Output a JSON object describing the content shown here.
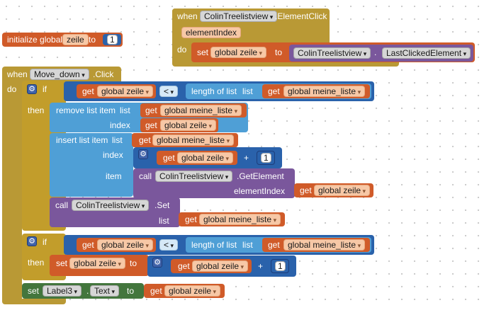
{
  "colors": {
    "control": "#c29d2b",
    "variable": "#d05b29",
    "math": "#2a62ab",
    "list": "#4f9fd6",
    "component": "#7a579c",
    "property": "#43763d",
    "event": "#b99935"
  },
  "event_click": {
    "when_label": "when",
    "component": "ColinTreelistview",
    "event": ".ElementClick",
    "param": "elementIndex",
    "do_label": "do",
    "set_label": "set",
    "var": "global zeile",
    "to_label": "to",
    "prop_component": "ColinTreelistview",
    "prop_sep": ".",
    "prop_name": "LastClickedElement"
  },
  "init_global": {
    "label": "initialize global",
    "name": "zeile",
    "to_label": "to",
    "value": "1"
  },
  "move_down": {
    "when_label": "when",
    "component": "Move_down",
    "event": ".Click",
    "do_label": "do",
    "if_label": "if",
    "then_label": "then",
    "get_label": "get",
    "set_label": "set",
    "to_label": "to",
    "var_zeile": "global zeile",
    "var_liste": "global meine_liste",
    "op_lt": "<",
    "length_label": "length of list",
    "list_label": "list",
    "remove_label": "remove list item",
    "index_label": "index",
    "insert_label": "insert list item",
    "item_label": "item",
    "call_label": "call",
    "tree_component": "ColinTreelistview",
    "get_element": ".GetElement",
    "element_index_label": "elementIndex",
    "set_method": ".Set",
    "plus": "+",
    "one": "1",
    "label_component": "Label3",
    "label_prop_sep": ".",
    "label_prop": "Text"
  }
}
